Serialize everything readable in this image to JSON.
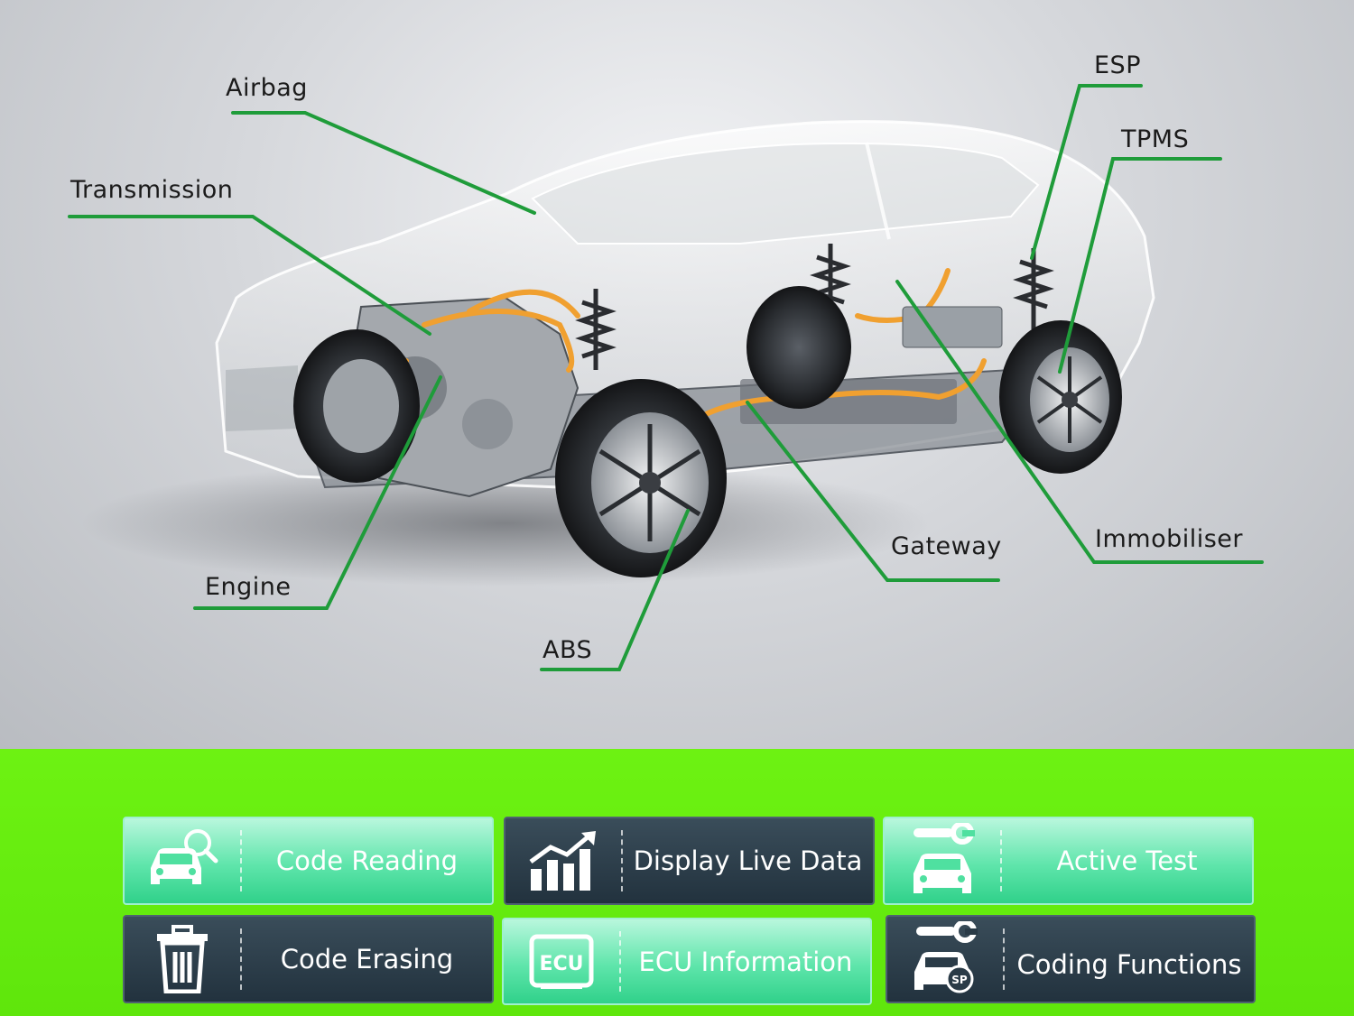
{
  "labels": {
    "airbag": "Airbag",
    "transmission": "Transmission",
    "engine": "Engine",
    "abs": "ABS",
    "gateway": "Gateway",
    "immobiliser": "Immobiliser",
    "esp": "ESP",
    "tpms": "TPMS"
  },
  "features": {
    "code_reading": "Code Reading",
    "display_live_data": "Display Live Data",
    "active_test": "Active Test",
    "code_erasing": "Code Erasing",
    "ecu_information": "ECU Information",
    "coding_functions": "Coding Functions",
    "ecu_icon_text": "ECU",
    "sp_icon_text": "SP"
  },
  "colors": {
    "leader_line": "#1f9c3a",
    "panel_green": "#66ee10",
    "tile_light": "#4fe0a0",
    "tile_dark": "#2a3b47",
    "cable_orange": "#f0a030"
  }
}
